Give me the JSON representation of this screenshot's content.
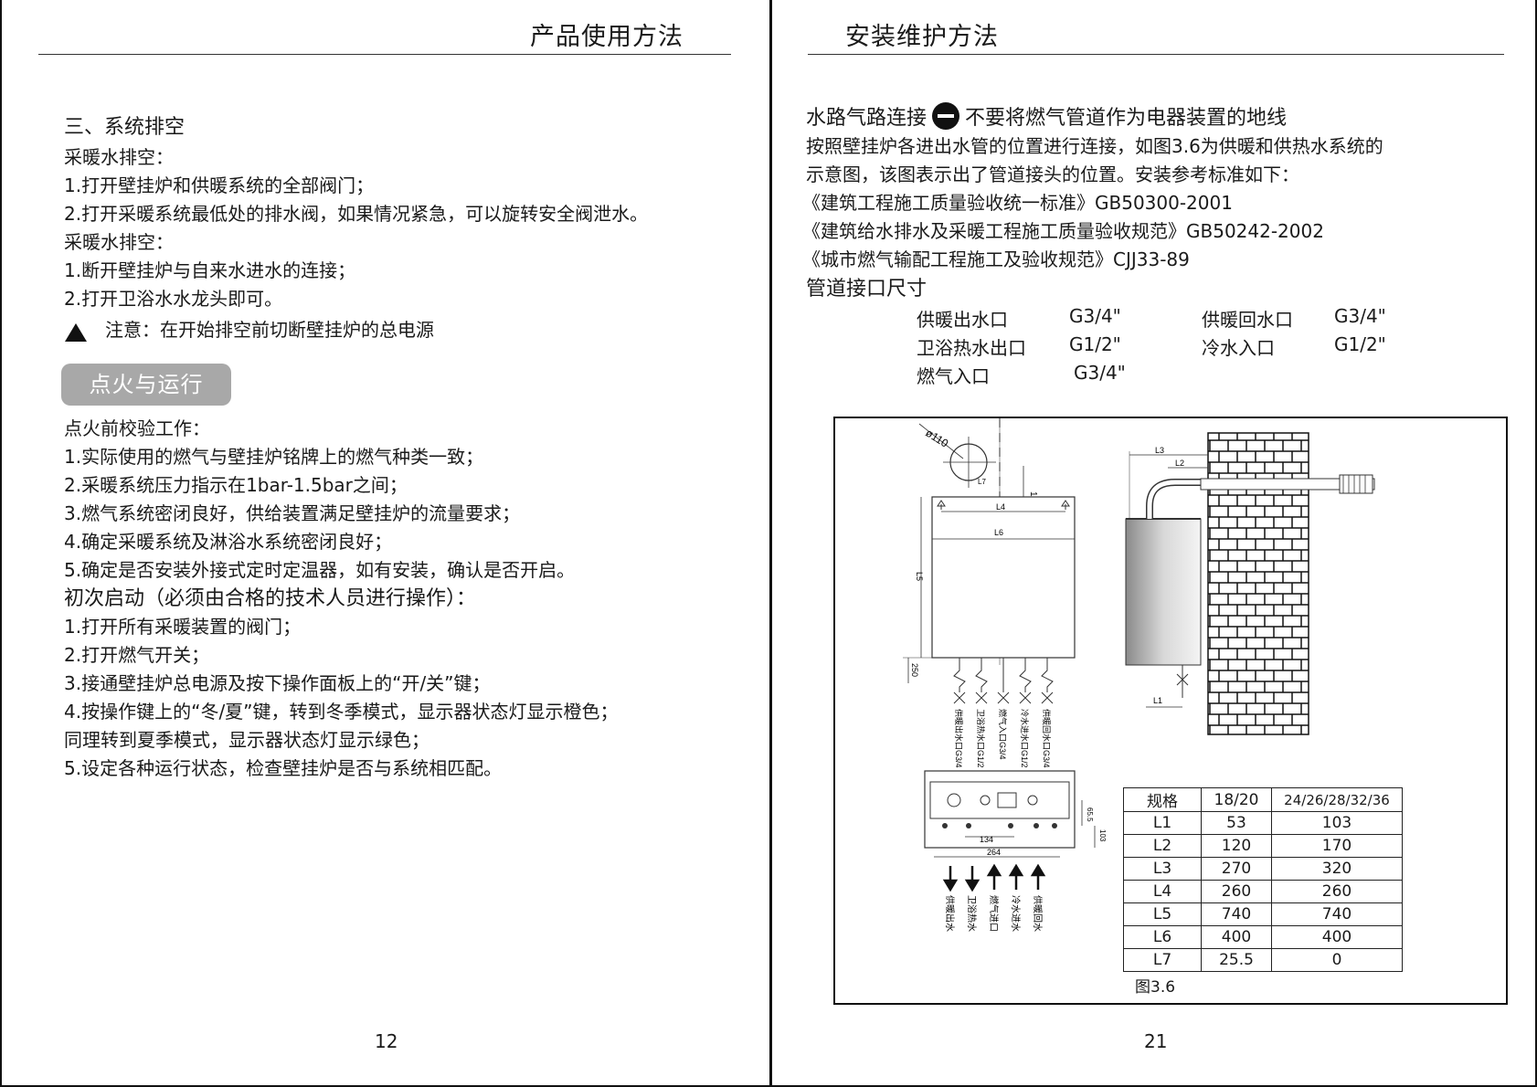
{
  "left": {
    "header": "产品使用方法",
    "section3_title": "三、系统排空",
    "drain_heating_title": "采暖水排空：",
    "drain_heating": [
      "1.打开壁挂炉和供暖系统的全部阀门；",
      "2.打开采暖系统最低处的排水阀，如果情况紧急，可以旋转安全阀泄水。"
    ],
    "drain_water_title": "采暖水排空：",
    "drain_water": [
      "1.断开壁挂炉与自来水进水的连接；",
      "2.打开卫浴水水龙头即可。"
    ],
    "notice": "注意：在开始排空前切断壁挂炉的总电源",
    "badge": "点火与运行",
    "precheck_title": "点火前校验工作：",
    "precheck": [
      "1.实际使用的燃气与壁挂炉铭牌上的燃气种类一致；",
      "2.采暖系统压力指示在1bar-1.5bar之间；",
      "3.燃气系统密闭良好，供给装置满足壁挂炉的流量要求；",
      "4.确定采暖系统及淋浴水系统密闭良好；",
      "5.确定是否安装外接式定时定温器，如有安装，确认是否开启。"
    ],
    "startup_title": "初次启动（必须由合格的技术人员进行操作）：",
    "startup": [
      "1.打开所有采暖装置的阀门；",
      "2.打开燃气开关；",
      "3.接通壁挂炉总电源及按下操作面板上的“开/关”键；",
      "4.按操作键上的“冬/夏”键，转到冬季模式，显示器状态灯显示橙色；",
      "同理转到夏季模式，显示器状态灯显示绿色；",
      "5.设定各种运行状态，检查壁挂炉是否与系统相匹配。"
    ],
    "page_number": "12"
  },
  "right": {
    "header": "安装维护方法",
    "conn_title": "水路气路连接",
    "conn_warning": "不要将燃气管道作为电器装置的地线",
    "intro": [
      "按照壁挂炉各进出水管的位置进行连接，如图3.6为供暖和供热水系统的",
      "示意图，该图表示出了管道接头的位置。安装参考标准如下："
    ],
    "standards": [
      "《建筑工程施工质量验收统一标准》GB50300-2001",
      "《建筑给水排水及采暖工程施工质量验收规范》GB50242-2002",
      "《城市燃气输配工程施工及验收规范》CJJ33-89"
    ],
    "pipe_title": "管道接口尺寸",
    "pipes": [
      {
        "name": "供暖出水口",
        "size": "G3/4\""
      },
      {
        "name": "供暖回水口",
        "size": "G3/4\""
      },
      {
        "name": "卫浴热水出口",
        "size": "G1/2\""
      },
      {
        "name": "冷水入口",
        "size": "G1/2\""
      },
      {
        "name": "燃气入口",
        "size": "G3/4\""
      }
    ],
    "figure": {
      "dim_labels": {
        "d": "ø110",
        "l7": "L7",
        "v155": "155",
        "l4": "L4",
        "l6": "L6",
        "l5": "L5",
        "v250": "250",
        "l3": "L3",
        "l2": "L2",
        "l1": "L1",
        "v134": "134",
        "v264": "264",
        "v65": "65.5",
        "v103": "103"
      },
      "front_outlets": [
        "供暖出水口G3/4",
        "卫浴热水口G1/2",
        "燃气入口G3/4",
        "冷水进水口G1/2",
        "供暖回水口G3/4"
      ],
      "bottom_outlets": [
        "供暖出水",
        "卫浴热水",
        "燃气进口",
        "冷水进水",
        "供暖回水"
      ],
      "table_header": [
        "规格",
        "18/20",
        "24/26/28/32/36"
      ],
      "table_rows": [
        [
          "L1",
          "53",
          "103"
        ],
        [
          "L2",
          "120",
          "170"
        ],
        [
          "L3",
          "270",
          "320"
        ],
        [
          "L4",
          "260",
          "260"
        ],
        [
          "L5",
          "740",
          "740"
        ],
        [
          "L6",
          "400",
          "400"
        ],
        [
          "L7",
          "25.5",
          "0"
        ]
      ],
      "caption": "图3.6"
    },
    "page_number": "21"
  }
}
